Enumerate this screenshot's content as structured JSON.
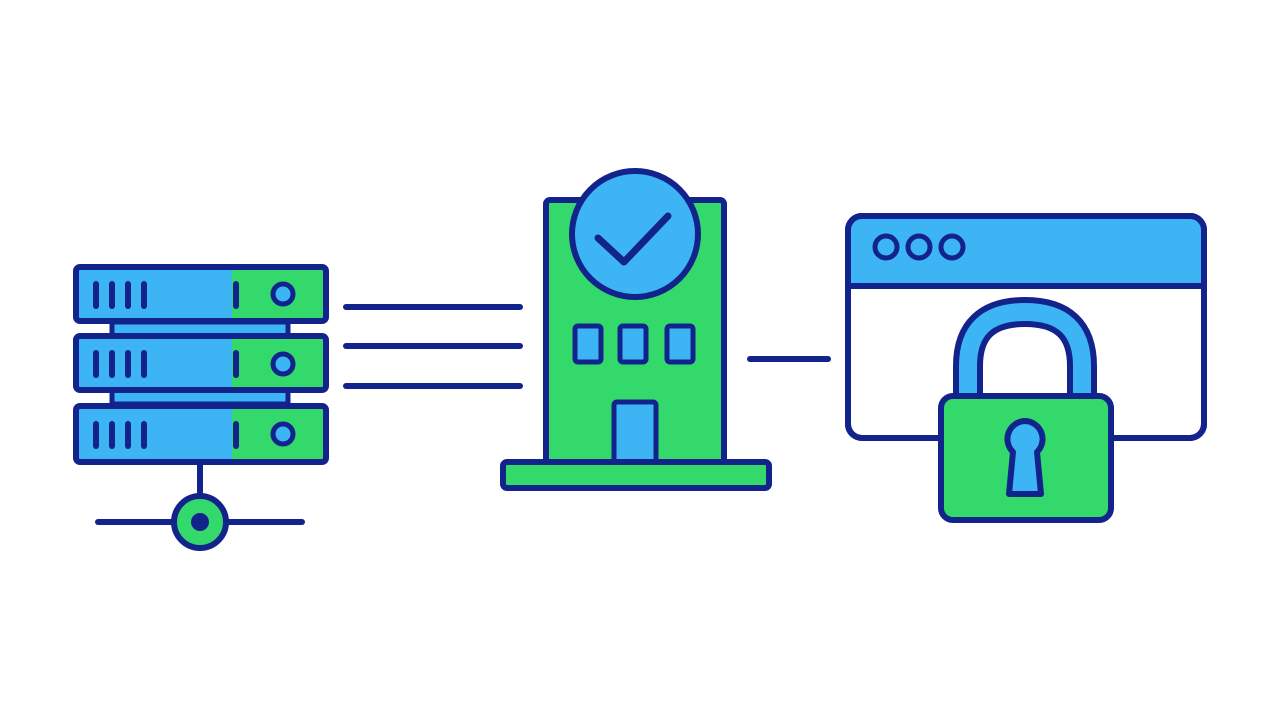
{
  "colors": {
    "background": "#ffffff",
    "outline": "#13238c",
    "blue": "#3db5f5",
    "green": "#33d96b",
    "white": "#ffffff"
  },
  "diagram": {
    "nodes": [
      {
        "id": "server-rack",
        "icon": "server-rack-icon"
      },
      {
        "id": "verified-building",
        "icon": "verified-building-icon"
      },
      {
        "id": "secure-browser",
        "icon": "secure-browser-icon"
      }
    ],
    "connectors": [
      {
        "from": "server-rack",
        "to": "verified-building",
        "style": "triple-line"
      },
      {
        "from": "verified-building",
        "to": "secure-browser",
        "style": "single-line"
      }
    ],
    "server_rack": {
      "units": 3,
      "network_node": true
    },
    "building": {
      "windows": 3,
      "badge_icon": "checkmark-icon"
    },
    "browser": {
      "window_dots": 3,
      "overlay_icon": "padlock-icon"
    }
  }
}
